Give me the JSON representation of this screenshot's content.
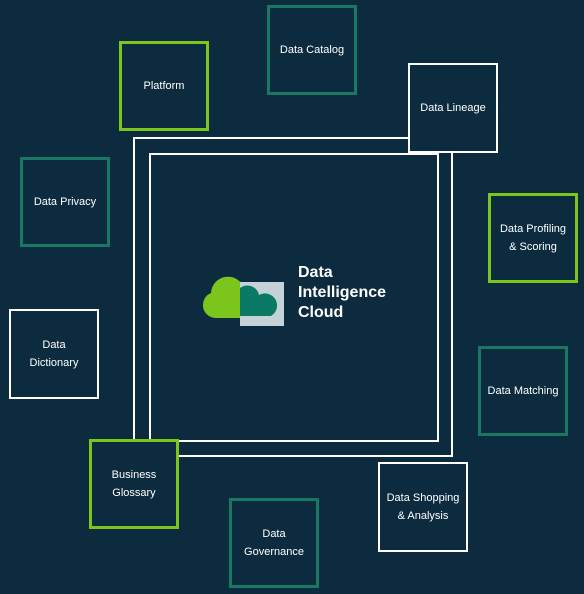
{
  "logo": {
    "line1": "Data",
    "line2": "Intelligence",
    "line3": "Cloud",
    "colors": {
      "lime": "#7bc51d",
      "teal": "#0a7a66",
      "pale": "#c5d3d8"
    }
  },
  "nodes": {
    "platform": "Platform",
    "data_catalog": "Data Catalog",
    "data_lineage": "Data Lineage",
    "data_privacy": "Data Privacy",
    "data_profiling_l1": "Data Profiling",
    "data_profiling_l2": "& Scoring",
    "data_dictionary_l1": "Data",
    "data_dictionary_l2": "Dictionary",
    "data_matching": "Data Matching",
    "business_glossary_l1": "Business",
    "business_glossary_l2": "Glossary",
    "data_shopping_l1": "Data Shopping",
    "data_shopping_l2": "& Analysis",
    "data_governance_l1": "Data",
    "data_governance_l2": "Governance"
  },
  "colors": {
    "background": "#0d2b3e",
    "teal_border": "#1a7862",
    "lime_border": "#7bc51d",
    "white_border": "#ffffff"
  }
}
